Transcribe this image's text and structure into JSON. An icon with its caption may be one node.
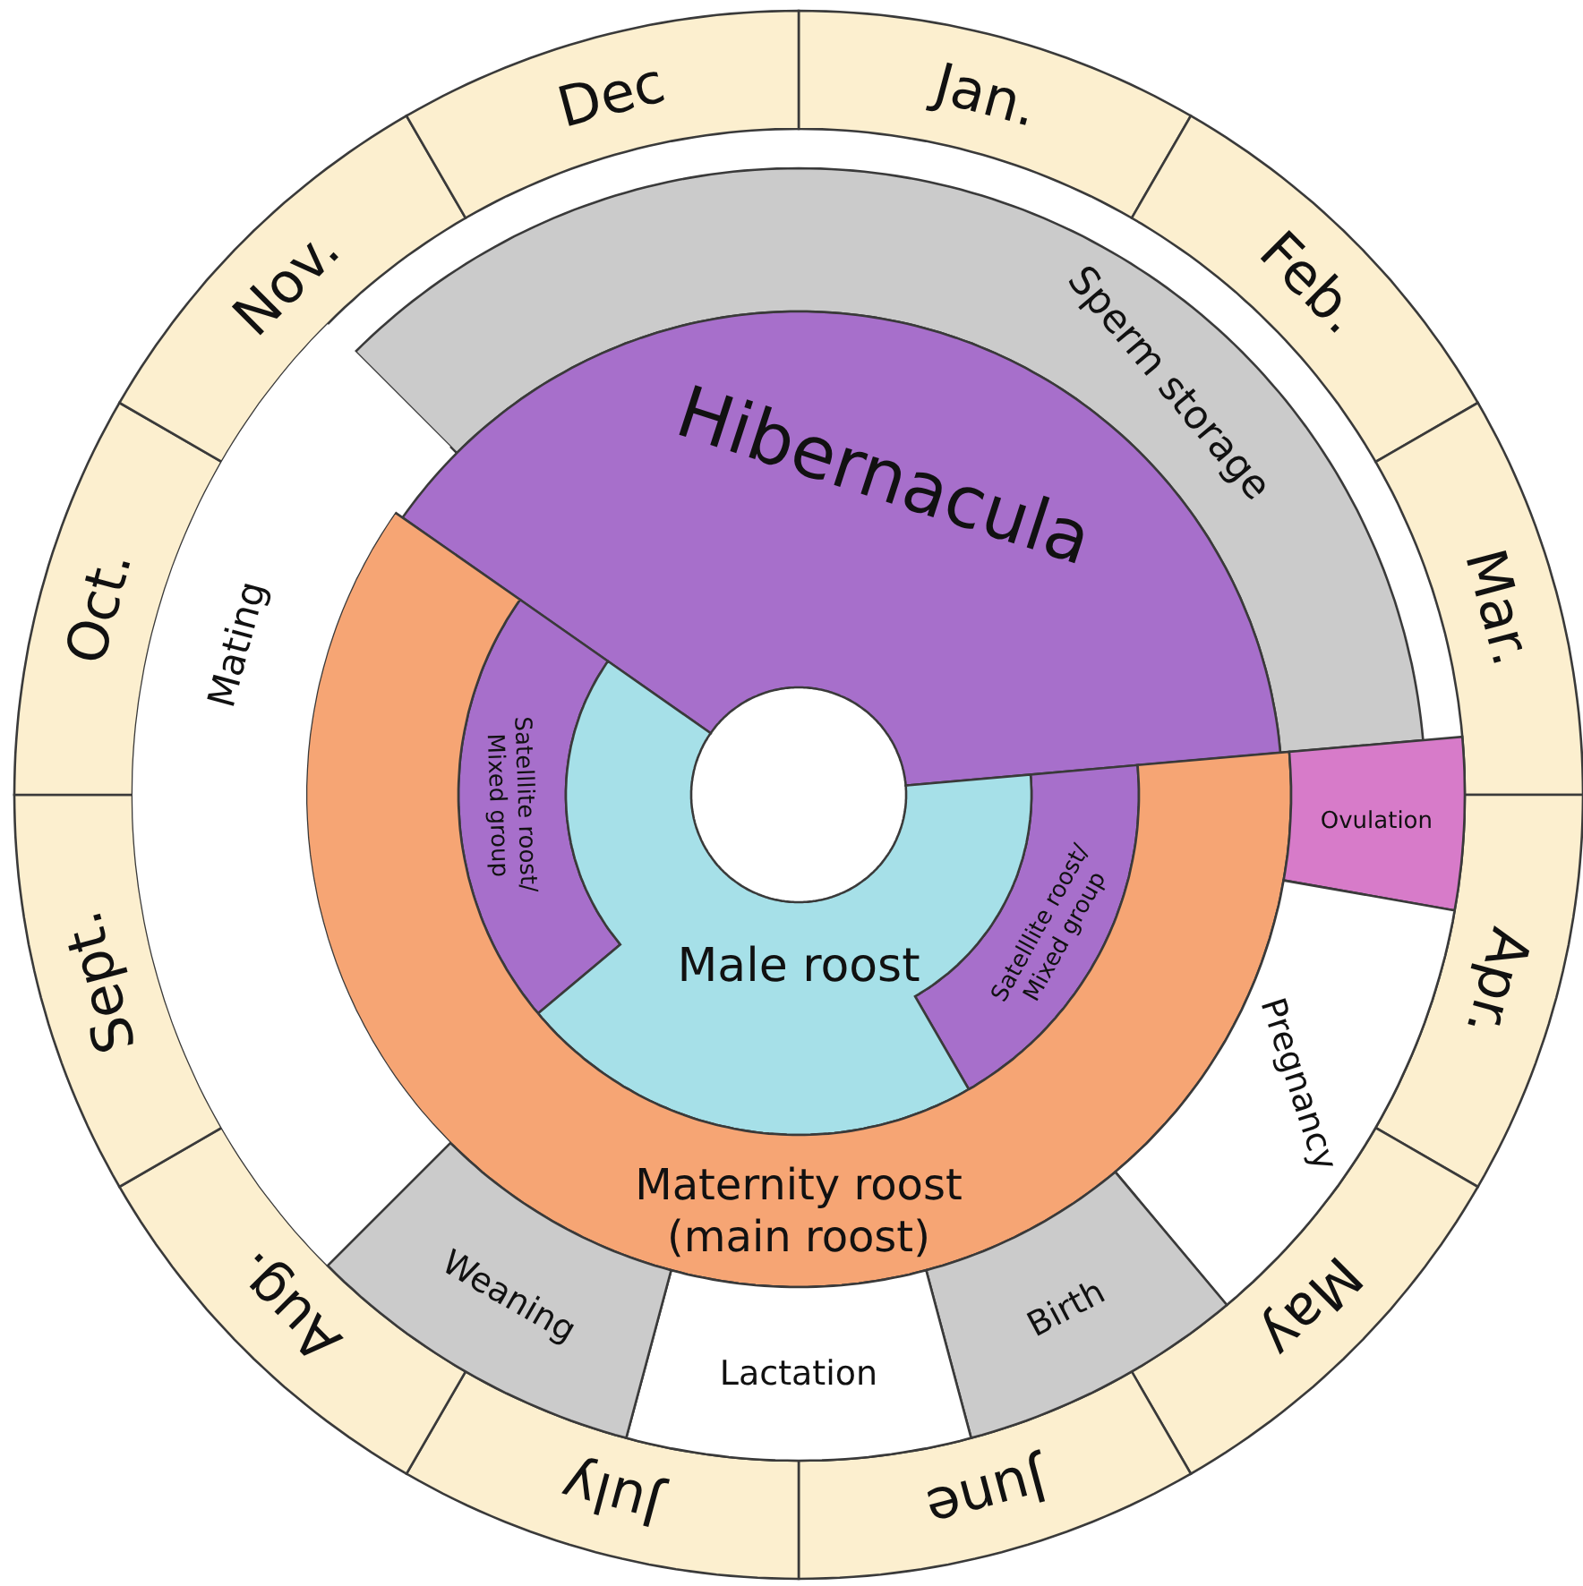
{
  "diagram": {
    "nodes": [
      {
        "text": [
          "Jan."
        ]
      },
      {
        "text": [
          "Feb."
        ]
      },
      {
        "text": [
          "Mar."
        ]
      },
      {
        "text": [
          "Apr."
        ]
      },
      {
        "text": [
          "May"
        ]
      },
      {
        "text": [
          "June"
        ]
      },
      {
        "text": [
          "July"
        ]
      },
      {
        "text": [
          "Aug."
        ]
      },
      {
        "text": [
          "Sept."
        ]
      },
      {
        "text": [
          "Oct."
        ]
      },
      {
        "text": [
          "Nov."
        ]
      },
      {
        "text": [
          "Dec"
        ]
      },
      {
        "text": [
          "Sperm storage"
        ]
      },
      {
        "text": [
          "Hibernacula"
        ]
      },
      {
        "text": [
          "Satelllite roost/ Mixed group"
        ]
      },
      {
        "text": [
          "Satelllite roost/ Mixed group"
        ]
      },
      {
        "text": [
          "Male roost"
        ]
      },
      {
        "text": [
          "Maternity roost (main roost)"
        ]
      },
      {
        "text": [
          "Mating"
        ]
      },
      {
        "text": [
          "Ovulation"
        ]
      },
      {
        "text": [
          "Pregnancy"
        ]
      },
      {
        "text": [
          "Birth"
        ]
      },
      {
        "text": [
          "Lactation"
        ]
      },
      {
        "text": [
          "Weaning"
        ]
      }
    ],
    "edges": []
  }
}
